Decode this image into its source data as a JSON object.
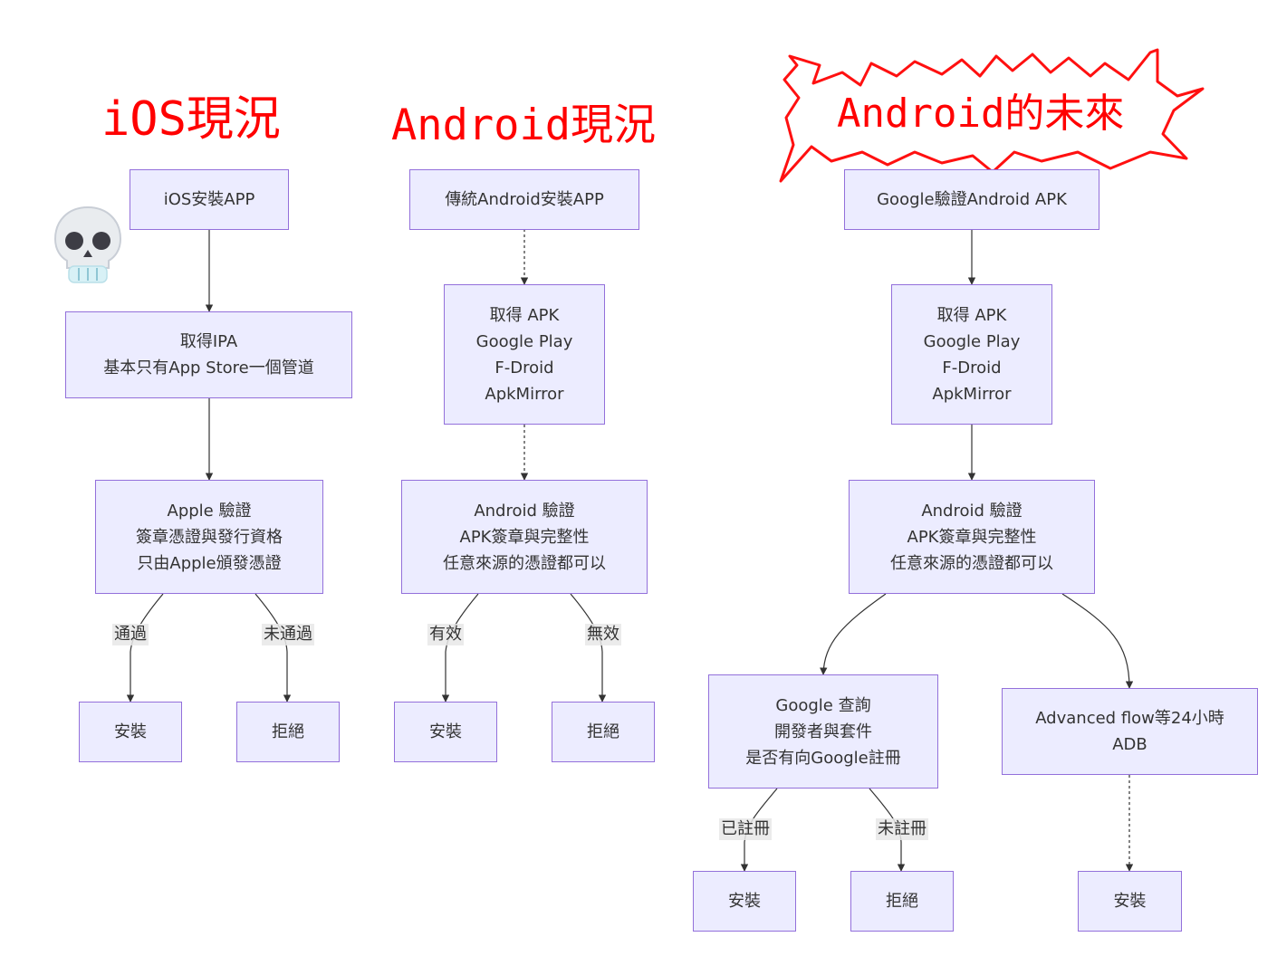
{
  "headings": {
    "ios": "iOS現況",
    "android_now": "Android現況",
    "android_future": "Android的未來"
  },
  "ios": {
    "install_app": "iOS安裝APP",
    "get_ipa": [
      "取得IPA",
      "基本只有App Store一個管道"
    ],
    "verify": [
      "Apple 驗證",
      "簽章憑證與發行資格",
      "只由Apple頒發憑證"
    ],
    "pass_label": "通過",
    "fail_label": "未通過",
    "install": "安裝",
    "reject": "拒絕"
  },
  "android_now": {
    "install_app": "傳統Android安裝APP",
    "get_apk": [
      "取得 APK",
      "Google Play",
      "F-Droid",
      "ApkMirror"
    ],
    "verify": [
      "Android 驗證",
      "APK簽章與完整性",
      "任意來源的憑證都可以"
    ],
    "valid_label": "有效",
    "invalid_label": "無效",
    "install": "安裝",
    "reject": "拒絕"
  },
  "android_future": {
    "install_app": "Google驗證Android APK",
    "get_apk": [
      "取得 APK",
      "Google Play",
      "F-Droid",
      "ApkMirror"
    ],
    "verify": [
      "Android 驗證",
      "APK簽章與完整性",
      "任意來源的憑證都可以"
    ],
    "google_check": [
      "Google 查詢",
      "開發者與套件",
      "是否有向Google註冊"
    ],
    "advanced": [
      "Advanced flow等24小時",
      "ADB"
    ],
    "registered_label": "已註冊",
    "unregistered_label": "未註冊",
    "install": "安裝",
    "reject": "拒絕",
    "install_2": "安裝"
  },
  "colors": {
    "node_fill": "#ececff",
    "node_border": "#9370db",
    "edge": "#333333",
    "heading": "#ff0000",
    "label_bg": "#e8e8e8"
  },
  "icons": [
    "skull-icon"
  ]
}
